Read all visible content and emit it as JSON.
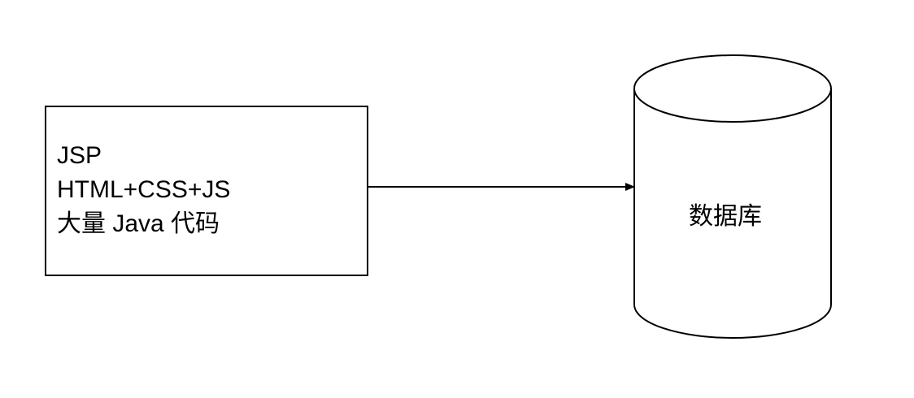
{
  "diagram": {
    "jsp_box": {
      "lines": [
        "JSP",
        "HTML+CSS+JS",
        "大量 Java 代码"
      ]
    },
    "database": {
      "label": "数据库"
    },
    "colors": {
      "stroke": "#000000",
      "fill": "#ffffff",
      "text": "#000000"
    }
  }
}
